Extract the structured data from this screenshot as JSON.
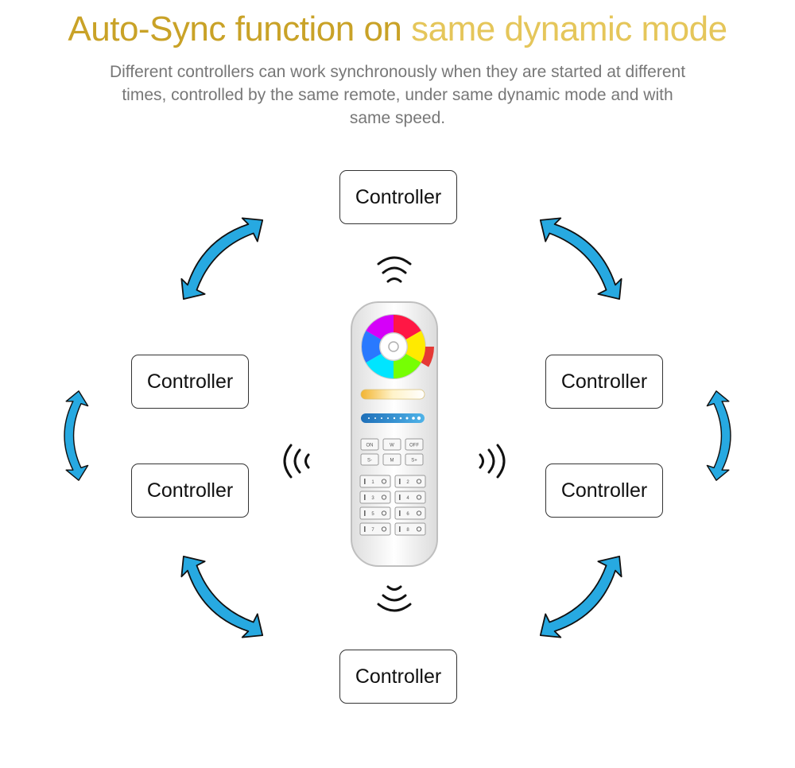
{
  "header": {
    "title_part1": "Auto-Sync function on",
    "title_part2": "same dynamic mode",
    "subtitle": "Different controllers can work synchronously when they are started at different times, controlled by the same remote, under same dynamic mode and with same speed."
  },
  "controllers": {
    "top": "Controller",
    "left_upper": "Controller",
    "left_lower": "Controller",
    "right_upper": "Controller",
    "right_lower": "Controller",
    "bottom": "Controller"
  },
  "remote": {
    "row1": [
      "ON",
      "W",
      "OFF"
    ],
    "row2": [
      "S-",
      "M",
      "S+"
    ],
    "zone_numbers": [
      "1",
      "2",
      "3",
      "4",
      "5",
      "6",
      "7",
      "8"
    ]
  },
  "colors": {
    "title_gold": "#c9a227",
    "title_light_gold": "#e5c65a",
    "arrow_blue": "#27a9e1",
    "outline": "#111111"
  },
  "icons": [
    "wifi-signal-icon",
    "double-arrow-icon"
  ]
}
